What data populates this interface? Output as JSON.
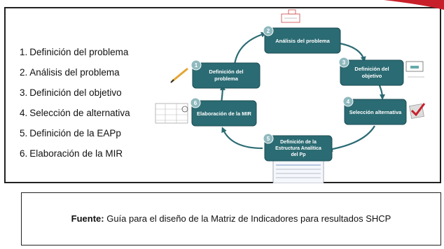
{
  "steps": [
    {
      "num": "1.",
      "label": "Definición del problema"
    },
    {
      "num": "2.",
      "label": "Análisis del problema"
    },
    {
      "num": "3.",
      "label": "Definición del objetivo"
    },
    {
      "num": "4.",
      "label": "Selección de alternativa"
    },
    {
      "num": "5.",
      "label": "Definición de la EAPp"
    },
    {
      "num": "6.",
      "label": "Elaboración de la MIR"
    }
  ],
  "cycle": {
    "nodes": [
      {
        "num": "1",
        "lines": [
          "Definición del",
          "problema"
        ]
      },
      {
        "num": "2",
        "lines": [
          "Análisis del problema"
        ]
      },
      {
        "num": "3",
        "lines": [
          "Definición del",
          "objetivo"
        ]
      },
      {
        "num": "4",
        "lines": [
          "Selección alternativa"
        ]
      },
      {
        "num": "5",
        "lines": [
          "Definición de la",
          "Estructura Analítica",
          "del Pp"
        ]
      },
      {
        "num": "6",
        "lines": [
          "Elaboración de la MIR"
        ]
      }
    ]
  },
  "source": {
    "label": "Fuente:",
    "text": " Guía para el diseño de la Matriz de Indicadores para resultados SHCP"
  },
  "colors": {
    "node_fill": "#2b6b73",
    "node_border": "#1d4f55",
    "badge_fill": "#8fb9be",
    "arrow": "#2b6b73",
    "accent": "#c8202a"
  }
}
